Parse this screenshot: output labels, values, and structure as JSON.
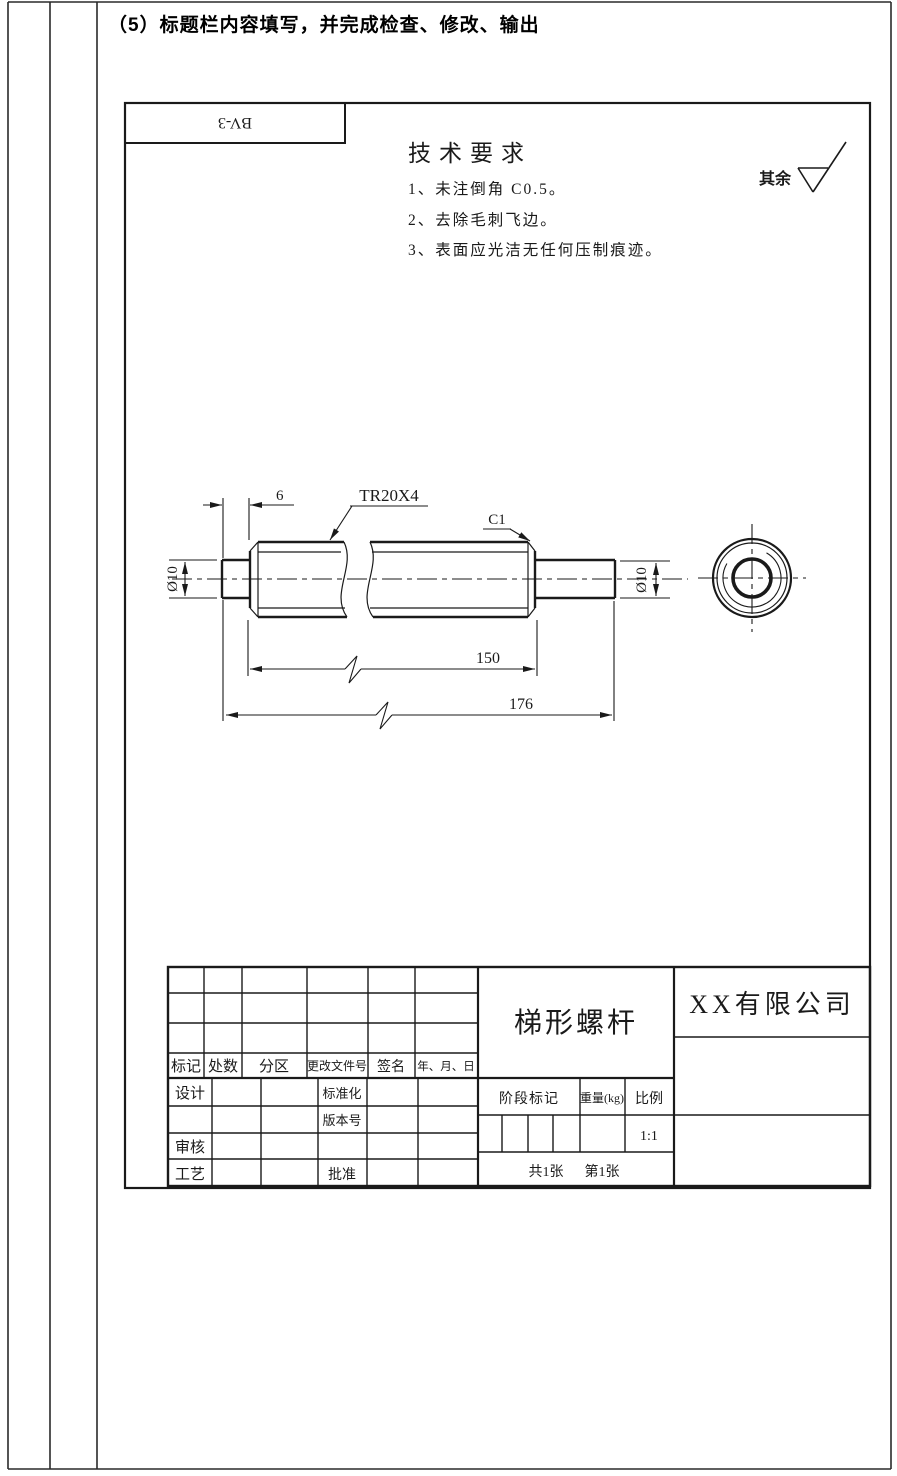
{
  "page_heading": "（5）标题栏内容填写，并完成检查、修改、输出",
  "frame": {
    "ref_label": "BV-3"
  },
  "tech_requirements": {
    "title": "技术要求",
    "items": [
      "1、未注倒角 C0.5。",
      "2、去除毛刺飞边。",
      "3、表面应光洁无任何压制痕迹。"
    ],
    "surface_rest_label": "其余"
  },
  "drawing": {
    "thread_spec": "TR20X4",
    "chamfer": "C1",
    "dim_neck_length": "6",
    "dim_left_dia": "Ø10",
    "dim_right_dia": "Ø10",
    "dim_thread_length": "150",
    "dim_overall_length": "176"
  },
  "title_block": {
    "part_name": "梯形螺杆",
    "company": "XX有限公司",
    "revision_headers": [
      "标记",
      "处数",
      "分区",
      "更改文件号",
      "签名",
      "年、月、日"
    ],
    "design_label": "设计",
    "standardization_label": "标准化",
    "version_label": "版本号",
    "audit_label": "审核",
    "process_label": "工艺",
    "approve_label": "批准",
    "stage_mark_label": "阶段标记",
    "weight_label": "重量(kg)",
    "scale_label": "比例",
    "scale_value": "1:1",
    "sheet_total": "共1张",
    "sheet_current": "第1张"
  },
  "colors": {
    "line": "#1a1a1a",
    "background": "#ffffff"
  }
}
